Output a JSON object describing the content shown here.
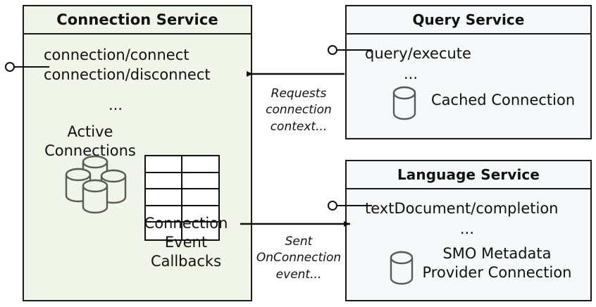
{
  "diagram": {
    "type": "component-diagram",
    "background": "#ffffff",
    "components": [
      {
        "id": "connection-service",
        "title": "Connection Service",
        "fill": "#f1f4e8",
        "stroke": "#1a1a1a",
        "provided_interfaces": [
          "connection/connect",
          "connection/disconnect"
        ],
        "apis_text": "connection/connect\nconnection/disconnect",
        "ellipsis": "...",
        "artifacts": [
          {
            "name": "Active Connections",
            "icon": "database-stack-icon",
            "label": "Active\nConnections"
          },
          {
            "name": "Connection Event Callbacks",
            "icon": "table-grid-icon",
            "label": "Connection\nEvent\nCallbacks",
            "table": {
              "rows": 5,
              "cols": 2
            }
          }
        ]
      },
      {
        "id": "query-service",
        "title": "Query Service",
        "fill": "#f7f8fa",
        "stroke": "#1a1a1a",
        "provided_interfaces": [
          "query/execute"
        ],
        "apis_text": "query/execute",
        "ellipsis": "...",
        "artifacts": [
          {
            "name": "Cached Connection",
            "icon": "database-icon",
            "label": "Cached Connection"
          }
        ]
      },
      {
        "id": "language-service",
        "title": "Language Service",
        "fill": "#f7f8fa",
        "stroke": "#1a1a1a",
        "provided_interfaces": [
          "textDocument/completion"
        ],
        "apis_text": "textDocument/completion",
        "ellipsis": "...",
        "artifacts": [
          {
            "name": "SMO Metadata Provider Connection",
            "icon": "database-icon",
            "label": "SMO Metadata\nProvider Connection"
          }
        ]
      }
    ],
    "edges": [
      {
        "id": "query-to-connection",
        "from": "query-service",
        "to": "connection-service",
        "direction": "left",
        "label": "Requests\nconnection\ncontext..."
      },
      {
        "id": "connection-to-language",
        "from": "connection-service",
        "to": "language-service",
        "direction": "right",
        "label": "Sent\nOnConnection\nevent..."
      }
    ],
    "lollipops": [
      {
        "id": "connection-service-lollipop",
        "owner": "connection-service",
        "icon": "provided-interface-lollipop-icon"
      },
      {
        "id": "query-service-lollipop",
        "owner": "query-service",
        "icon": "provided-interface-lollipop-icon"
      },
      {
        "id": "language-service-lollipop",
        "owner": "language-service",
        "icon": "provided-interface-lollipop-icon"
      }
    ]
  }
}
